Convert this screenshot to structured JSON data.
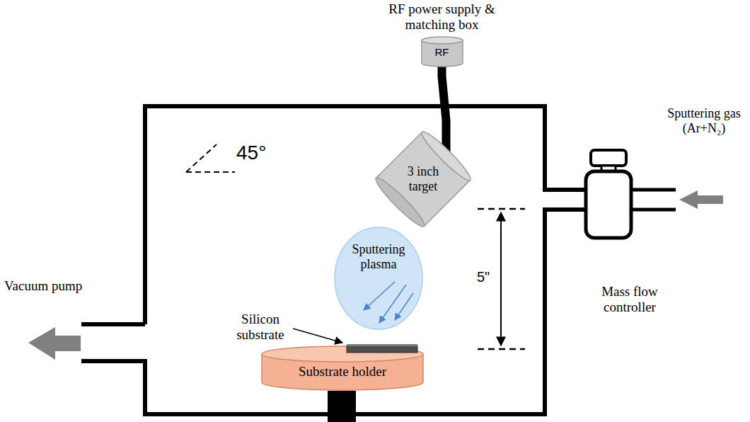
{
  "diagram": {
    "nodes": [
      {
        "text": [
          "RF power supply & matching box",
          "RF"
        ]
      },
      {
        "text": [
          "3 inch target"
        ]
      },
      {
        "text": [
          "Sputtering plasma"
        ]
      },
      {
        "text": [
          "Substrate holder"
        ]
      },
      {
        "text": [
          "Mass flow controller"
        ]
      }
    ],
    "edges": [
      {
        "from": 0,
        "to": 1,
        "arrow": "none"
      }
    ],
    "labels": [
      "45°",
      "5\"",
      "Sputtering gas (Ar+N₂)",
      "Vacuum pump",
      "Silicon substrate"
    ]
  }
}
